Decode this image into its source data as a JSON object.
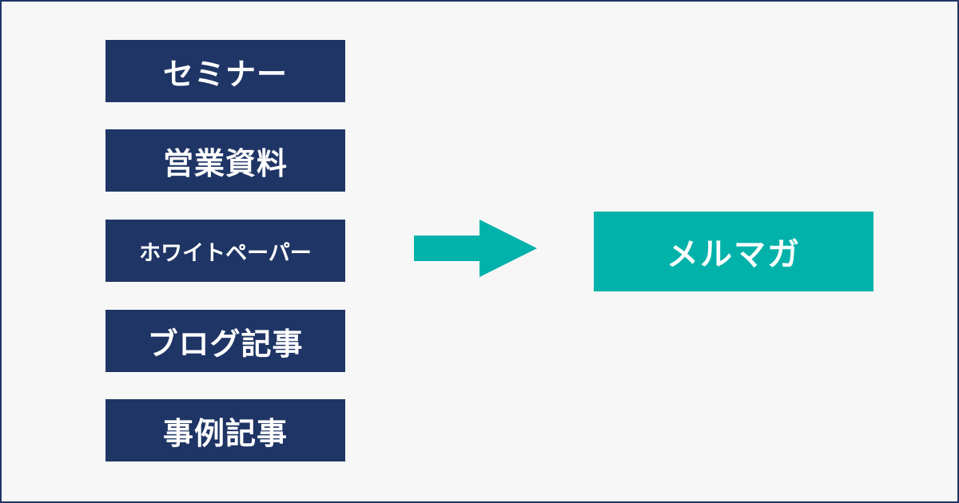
{
  "sources": [
    {
      "label": "セミナー"
    },
    {
      "label": "営業資料"
    },
    {
      "label": "ホワイトペーパー"
    },
    {
      "label": "ブログ記事"
    },
    {
      "label": "事例記事"
    }
  ],
  "target": {
    "label": "メルマガ"
  },
  "colors": {
    "source_box": "#1f3566",
    "target_box": "#00b2a9",
    "arrow": "#00b2a9",
    "background": "#f7f7f7",
    "border": "#1f3566",
    "text": "#ffffff"
  },
  "icons": {
    "arrow": "right-arrow-icon"
  }
}
